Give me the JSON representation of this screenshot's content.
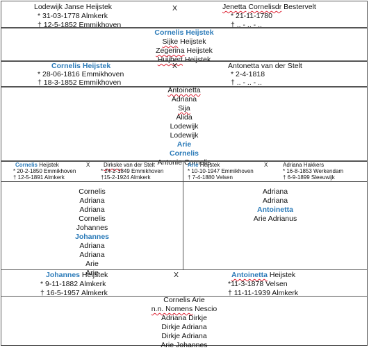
{
  "gen1": {
    "left_name": "Lodewijk Janse Heijstek",
    "left_birth": "* 31-03-1778 Almkerk",
    "left_death": "† 12-5-1852 Emmikhoven",
    "x": "X",
    "right_name_a": "Jenetta",
    "right_name_b": "Cornelisdr",
    "right_name_c": "Bestervelt",
    "right_birth": "* 21-11-1780",
    "right_death": "† .. - .. - .."
  },
  "children1": [
    {
      "text": "Cornelis Heijstek",
      "style": "blue"
    },
    {
      "text": "Sijke Heijstek",
      "squiggle": "Sijke"
    },
    {
      "text": "Zegerina Heijstek",
      "squiggle": "Zegerina"
    },
    {
      "text": "Huijbert Heijstek",
      "squiggle": "Huijbert"
    }
  ],
  "gen2": {
    "left_name_blue": "Cornelis Heijstek",
    "left_birth": "* 28-06-1816 Emmikhoven",
    "left_death": "† 18-3-1852 Emmikhoven",
    "x": "X",
    "right_name": "Antonetta van der Stelt",
    "right_birth": "* 2-4-1818",
    "right_death": "† .. - .. - .."
  },
  "children2": [
    {
      "text": "Antoinetta",
      "squiggle": true
    },
    {
      "text": "Adriana"
    },
    {
      "text": "Sija",
      "squiggle": true
    },
    {
      "text": "Alida"
    },
    {
      "text": "Lodewijk"
    },
    {
      "text": "Lodewijk"
    },
    {
      "text": "Arie",
      "style": "blue"
    },
    {
      "text": "Cornelis",
      "style": "blue"
    },
    {
      "text": "Antonie Cornelis"
    }
  ],
  "gen3_left": {
    "name_blue": "Cornelis",
    "name_rest": " Heijstek",
    "x": "X",
    "spouse_a": "Dirkske",
    "spouse_b": " van der Stelt",
    "birth_l": "* 20-2-1850 Emmikhoven",
    "birth_r": "* 24-2-1849 Emmikhoven",
    "death_l": "† 12-5-1891 Almkerk",
    "death_r": "†15-2-1924 Almkerk",
    "children": [
      "Cornelis",
      "Adriana",
      "Adriana",
      "Cornelis",
      "Johannes",
      "Johannes",
      "Adriana",
      "Adriana",
      "Arie",
      "Arie"
    ],
    "blue_index": 5
  },
  "gen3_right": {
    "name_blue": "Arie",
    "name_rest": " Heijstek",
    "x": "X",
    "spouse": "Adriana Hakkers",
    "birth_l": "* 10-10-1947 Emmikhoven",
    "birth_r": "* 16-8-1853 Werkendam",
    "death_l": "†  7-4-1880 Velsen",
    "death_r": "† 6-9-1899 Sleeuwijk",
    "children": [
      "Adriana",
      "Adriana",
      "Antoinetta",
      "Arie Adrianus"
    ],
    "blue_index": 2
  },
  "gen4": {
    "left_name_blue": "Johannes",
    "left_name_rest": " Heijstek",
    "left_birth": "* 9-11-1882 Almkerk",
    "left_death": "† 16-5-1957 Almkerk",
    "x": "X",
    "right_name_blue": "Antoinetta",
    "right_name_rest": " Heijstek",
    "right_birth": "*11-3-1878 Velsen",
    "right_death": "† 11-11-1939 Almkerk"
  },
  "children4": [
    {
      "text": "Cornelis Arie"
    },
    {
      "text": "n.n. Nomens Nescio",
      "squiggle": "n.n. Nomens"
    },
    {
      "text": "Adriana Dirkje"
    },
    {
      "text": "Dirkje Adriana"
    },
    {
      "text": "Dirkje Adriana"
    },
    {
      "text": "Arie Johannes"
    }
  ]
}
